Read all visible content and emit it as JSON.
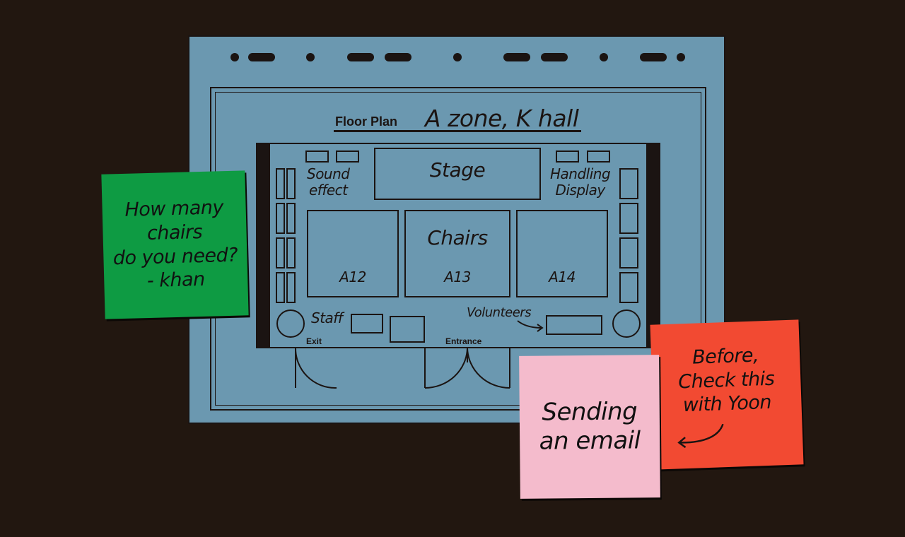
{
  "floor_plan": {
    "label": "Floor Plan",
    "zone": "A zone, K hall",
    "areas": {
      "stage": "Stage",
      "sound": "Sound\neffect",
      "handling": "Handling\nDisplay",
      "chairs": "Chairs",
      "a12": "A12",
      "a13": "A13",
      "a14": "A14",
      "staff": "Staff",
      "volunteers": "Volunteers",
      "exit": "Exit",
      "entrance": "Entrance"
    }
  },
  "notes": {
    "green": "How many\nchairs\ndo you need?\n- khan",
    "pink": "Sending\nan email",
    "red": "Before,\nCheck this\nwith Yoon"
  },
  "colors": {
    "background": "#221710",
    "board": "#6b98b0",
    "note_green": "#0e9b43",
    "note_pink": "#f4bbcc",
    "note_red": "#f24a32"
  }
}
